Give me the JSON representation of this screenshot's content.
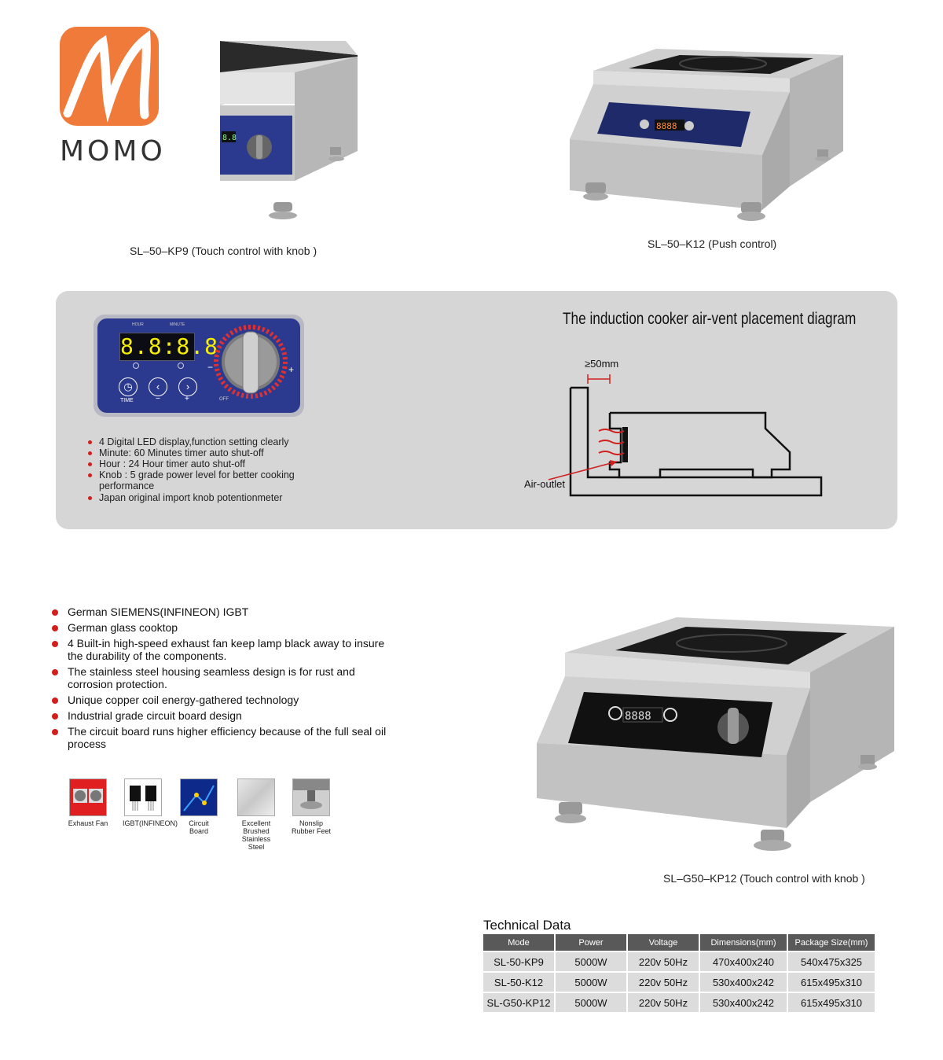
{
  "logo": {
    "text": "MOMO"
  },
  "products": {
    "kp9_caption": "SL–50–KP9 (Touch control with knob )",
    "k12_caption": "SL–50–K12 (Push control)",
    "g50_caption": "SL–G50–KP12 (Touch control with knob )"
  },
  "panel": {
    "display_digits": "8.8:8.8",
    "label_hour": "HOUR",
    "label_minute": "MINUTE",
    "label_time": "TIME",
    "label_off": "OFF",
    "label_minus": "−",
    "label_plus": "+",
    "bullets": [
      "4 Digital LED display,function setting clearly",
      "Minute: 60 Minutes timer auto shut-off",
      "Hour   : 24 Hour timer auto shut-off",
      "Knob : 5 grade power level for better cooking performance",
      "Japan original import knob potentionmeter"
    ],
    "diagram_title": "The induction cooker air-vent placement diagram",
    "gap_label": "≥50mm",
    "outlet_label": "Air-outlet"
  },
  "features": [
    "German SIEMENS(INFINEON) IGBT",
    "German glass  cooktop",
    "4 Built-in high-speed exhaust fan keep lamp black away to insure the durability of the components.",
    "The stainless steel housing seamless design is for rust and corrosion protection.",
    "Unique copper coil energy-gathered technology",
    "Industrial  grade circuit board design",
    "The circuit board runs higher efficiency because of the full seal oil process"
  ],
  "feature_icons": [
    {
      "label": "Exhaust Fan",
      "icon": "fan-icon"
    },
    {
      "label": "IGBT(INFINEON)",
      "icon": "chip-icon"
    },
    {
      "label": "Circuit Board",
      "icon": "circuit-board-icon"
    },
    {
      "label": "Excellent Brushed Stainless Steel",
      "icon": "steel-icon"
    },
    {
      "label": "Nonslip Rubber Feet",
      "icon": "foot-icon"
    }
  ],
  "technical": {
    "title": "Technical  Data",
    "headers": [
      "Mode",
      "Power",
      "Voltage",
      "Dimensions(mm)",
      "Package Size(mm)"
    ],
    "rows": [
      [
        "SL-50-KP9",
        "5000W",
        "220v  50Hz",
        "470x400x240",
        "540x475x325"
      ],
      [
        "SL-50-K12",
        "5000W",
        "220v  50Hz",
        "530x400x242",
        "615x495x310"
      ],
      [
        "SL-G50-KP12",
        "5000W",
        "220v  50Hz",
        "530x400x242",
        "615x495x310"
      ]
    ]
  },
  "colors": {
    "accent_red": "#d0201e",
    "logo_orange": "#f07a3a",
    "panel_blue": "#2b3a8f",
    "panel_grey": "#d6d6d6"
  }
}
